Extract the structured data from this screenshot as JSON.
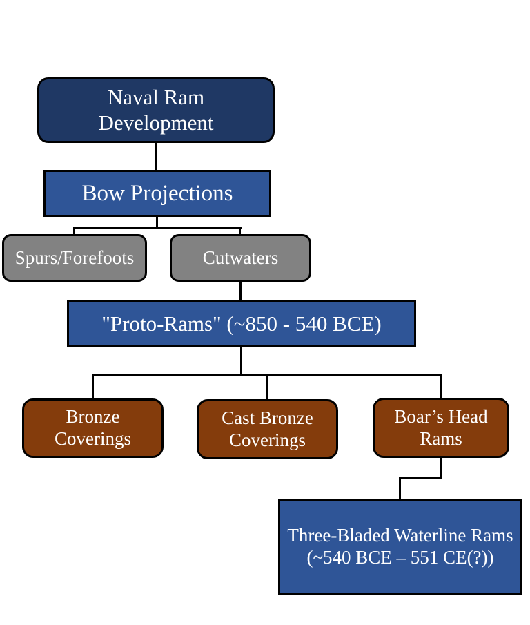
{
  "canvas": {
    "background": "#ffffff",
    "border_color": "#000000",
    "line_color": "#000000",
    "text_color": "#ffffff"
  },
  "nodes": {
    "naval": {
      "label": "Naval Ram\nDevelopment",
      "fill": "#1f3864"
    },
    "bow": {
      "label": "Bow Projections",
      "fill": "#2f5597"
    },
    "spurs": {
      "label": "Spurs/Forefoots",
      "fill": "#828282"
    },
    "cutwaters": {
      "label": "Cutwaters",
      "fill": "#828282"
    },
    "proto": {
      "label": "\"Proto-Rams\" (~850 - 540 BCE)",
      "fill": "#2f5597"
    },
    "bronze": {
      "label": "Bronze\nCoverings",
      "fill": "#843c0c"
    },
    "cast_bronze": {
      "label": "Cast Bronze\nCoverings",
      "fill": "#843c0c"
    },
    "boars_head": {
      "label": "Boar’s Head\nRams",
      "fill": "#843c0c"
    },
    "three_bladed": {
      "label": "Three-Bladed Waterline Rams\n(~540 BCE – 551 CE(?))",
      "fill": "#2f5597"
    }
  },
  "edges": [
    {
      "from": "naval",
      "to": "bow"
    },
    {
      "from": "bow",
      "to": "spurs"
    },
    {
      "from": "bow",
      "to": "cutwaters"
    },
    {
      "from": "cutwaters",
      "to": "proto"
    },
    {
      "from": "proto",
      "to": "bronze"
    },
    {
      "from": "proto",
      "to": "cast_bronze"
    },
    {
      "from": "proto",
      "to": "boars_head"
    },
    {
      "from": "boars_head",
      "to": "three_bladed"
    }
  ]
}
